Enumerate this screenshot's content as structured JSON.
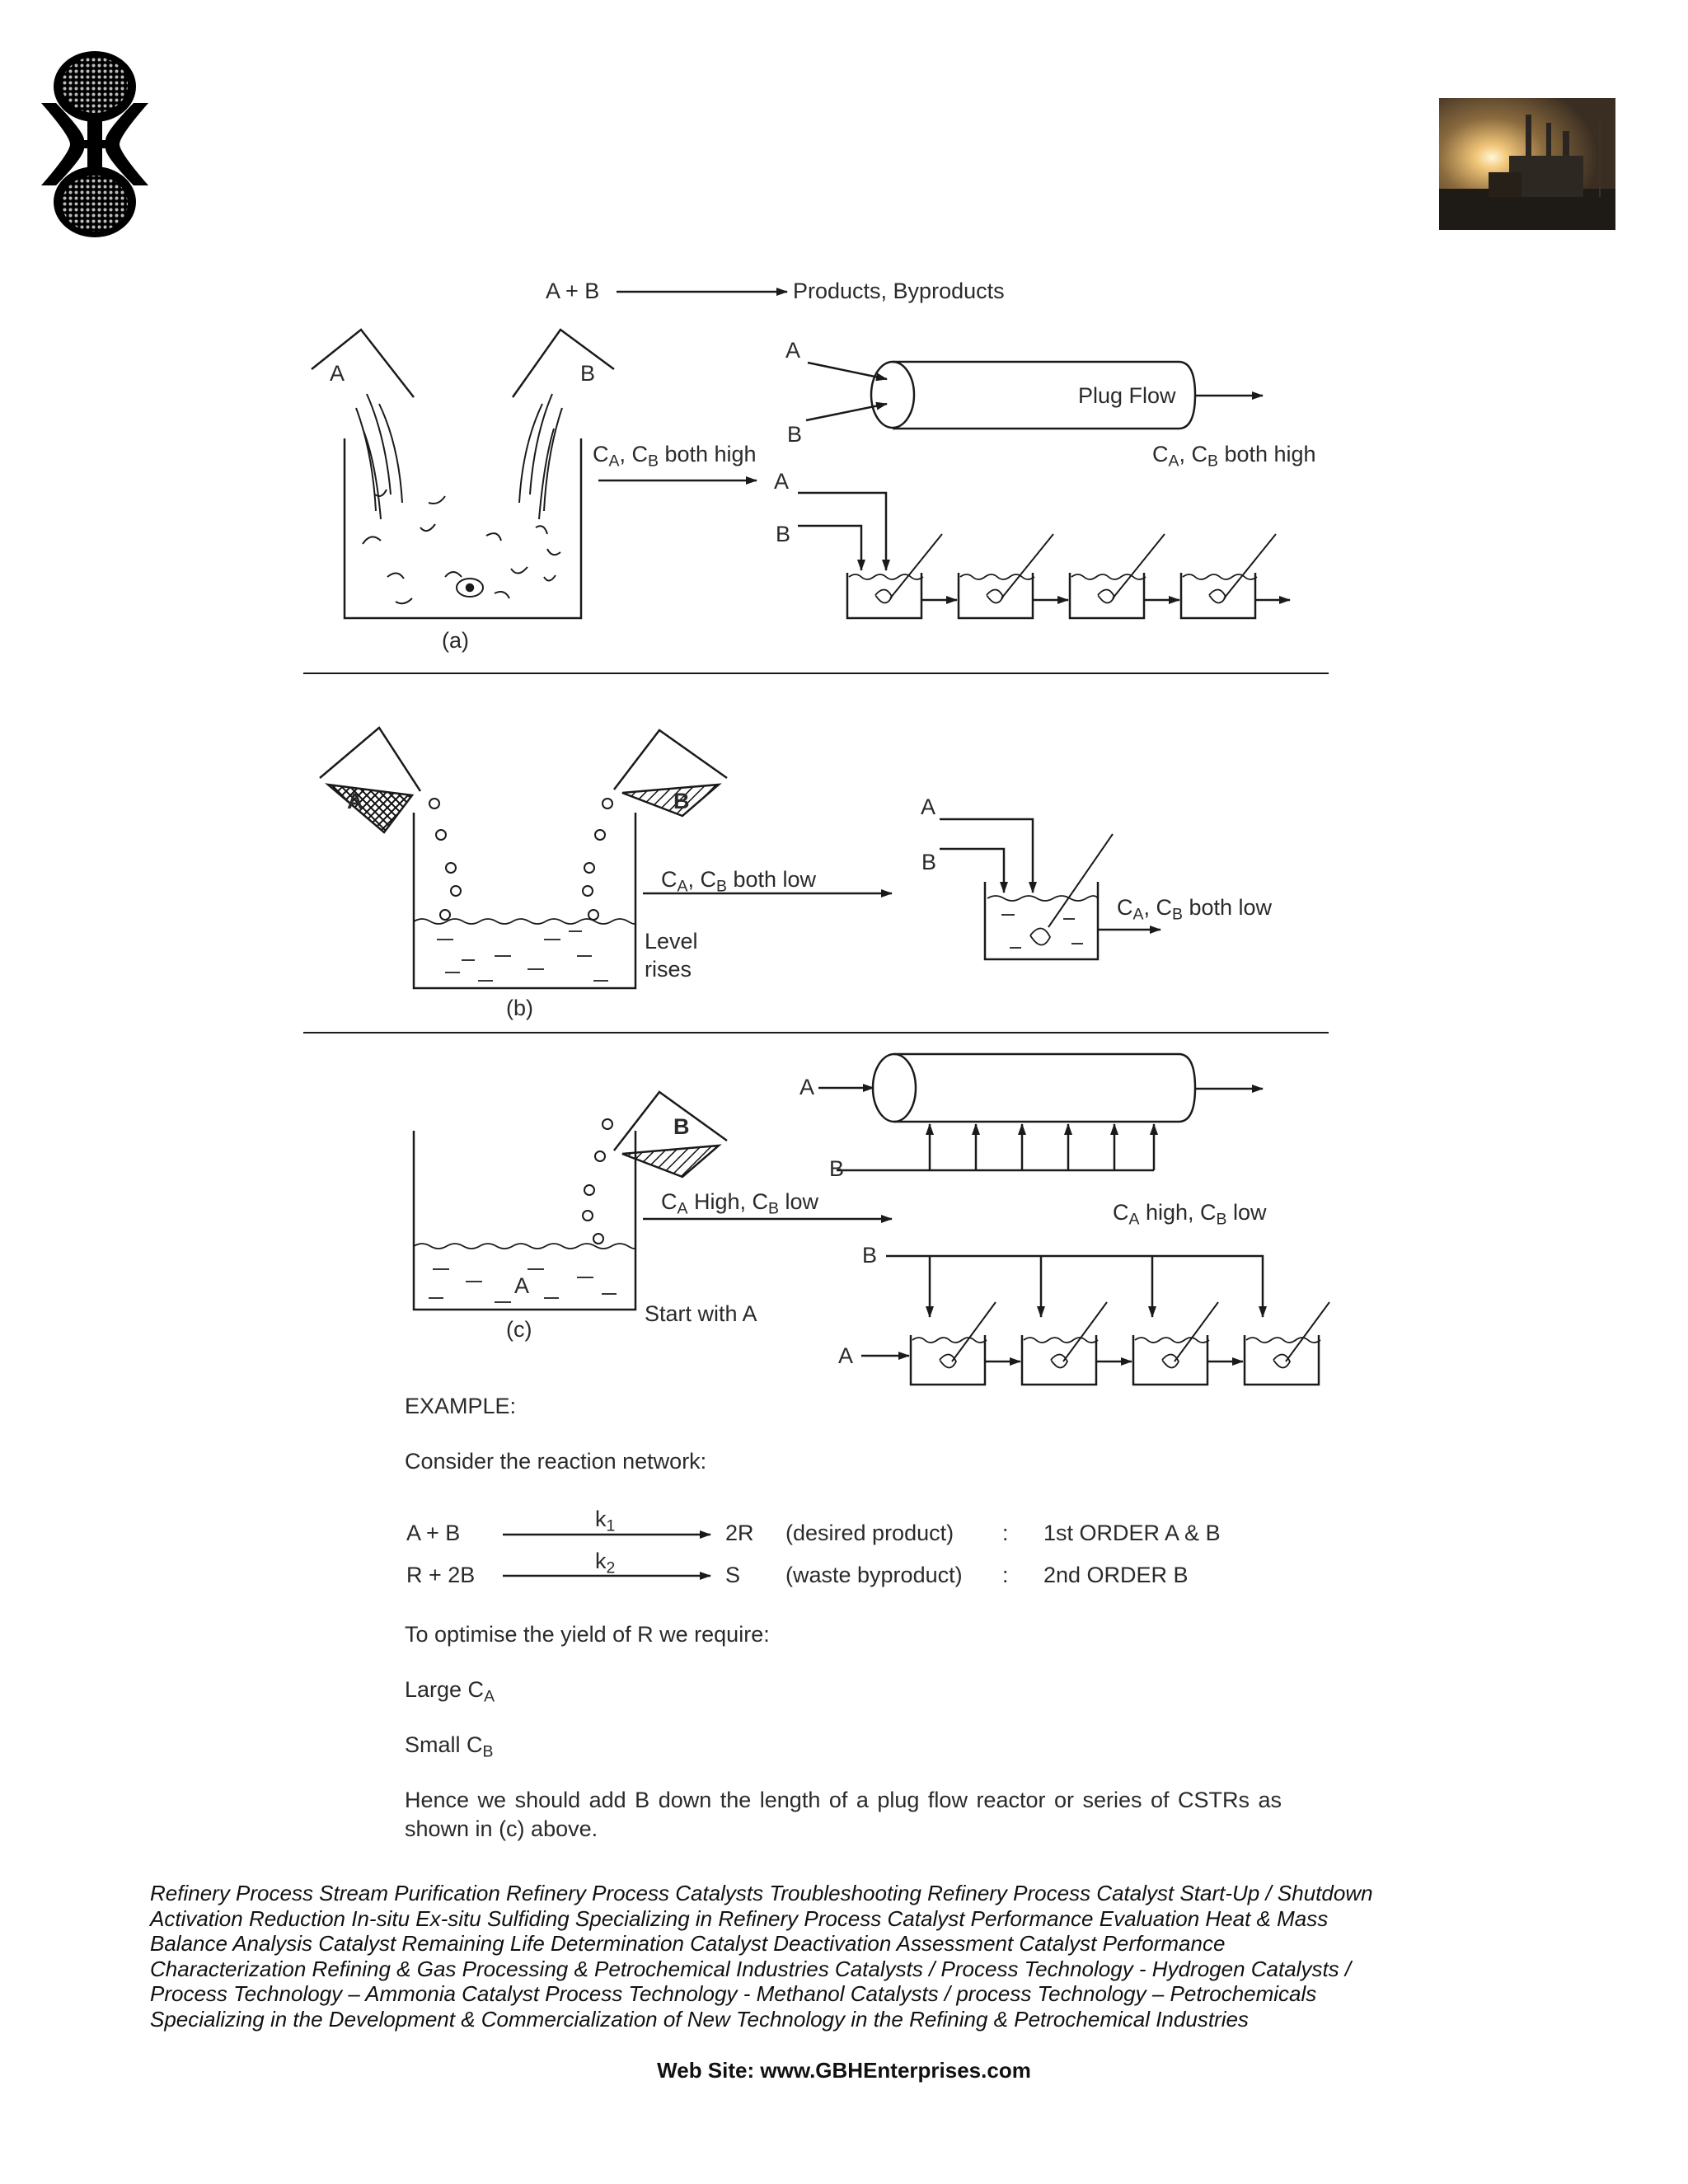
{
  "header": {
    "logo_icon": "gbh-enterprises-logo-icon",
    "photo_icon": "refinery-photo-icon"
  },
  "diagram_a": {
    "reaction_lhs": "A + B",
    "reaction_rhs": "Products, Byproducts",
    "hopper_a": "A",
    "hopper_b": "B",
    "conc_arrow_prefix": "C",
    "conc_arrow_sub_a": "A",
    "conc_arrow_mid": ", C",
    "conc_arrow_sub_b": "B",
    "conc_arrow_suffix": " both high",
    "pfr_in_a": "A",
    "pfr_in_b": "B",
    "pfr_label": "Plug Flow",
    "pfr_conc_suffix": " both high",
    "cstr_in_a": "A",
    "cstr_in_b": "B",
    "caption": "(a)"
  },
  "diagram_b": {
    "hopper_a": "A",
    "hopper_b": "B",
    "conc_suffix": " both low",
    "level_1": "Level",
    "level_2": "rises",
    "cstr_in_a": "A",
    "cstr_in_b": "B",
    "cstr_conc_suffix": " both low",
    "caption": "(b)"
  },
  "diagram_c": {
    "hopper_b": "B",
    "tank_a": "A",
    "conc_mid_high": " High, C",
    "conc_low": " low",
    "start": "Start with A",
    "pfr_in_a": "A",
    "pfr_in_b": "B",
    "pfr_conc_mid": " high, C",
    "pfr_conc_low": " low",
    "cstr_in_b": "B",
    "cstr_in_a": "A",
    "caption": "(c)"
  },
  "example": {
    "heading": "EXAMPLE:",
    "intro": "Consider the reaction network:",
    "reactions": [
      {
        "lhs": "A + B",
        "k": "k",
        "k_sub": "1",
        "rhs": "2R",
        "desc": "(desired product)",
        "colon": ":",
        "order": "1st ORDER A & B"
      },
      {
        "lhs": "R + 2B",
        "k": "k",
        "k_sub": "2",
        "rhs": "S",
        "desc": "(waste byproduct)",
        "colon": ":",
        "order": "2nd ORDER B"
      }
    ],
    "optimise": "To optimise the yield of R we require:",
    "large_prefix": "Large C",
    "large_sub": "A",
    "small_prefix": "Small C",
    "small_sub": "B",
    "conclusion_1": "Hence we should add B down the length of a plug flow reactor or series of CSTRs as",
    "conclusion_2": "shown in (c) above."
  },
  "footer": {
    "lines": [
      "Refinery Process Stream Purification Refinery Process Catalysts Troubleshooting Refinery Process Catalyst Start-Up / Shutdown",
      " Activation   Reduction  In-situ  Ex-situ Sulfiding Specializing in Refinery Process Catalyst Performance Evaluation Heat & Mass",
      " Balance Analysis  Catalyst Remaining Life Determination  Catalyst Deactivation Assessment  Catalyst Performance",
      "Characterization  Refining  & Gas Processing &  Petrochemical Industries  Catalysts / Process Technology - Hydrogen  Catalysts /",
      "Process Technology – Ammonia  Catalyst Process Technology - Methanol  Catalysts / process Technology – Petrochemicals",
      "Specializing in the Development  & Commercialization of New Technology in the Refining &   Petrochemical Industries"
    ],
    "website": "Web Site: www.GBHEnterprises.com"
  }
}
